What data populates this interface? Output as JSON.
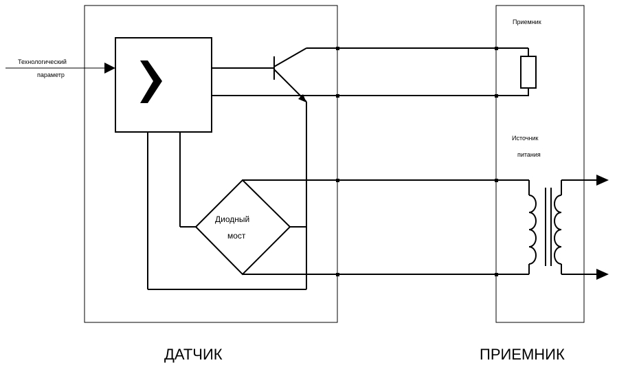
{
  "labels": {
    "tech_param_line1": "Технологический",
    "tech_param_line2": "параметр",
    "receiver_small": "Приемник",
    "power_line1": "Источник",
    "power_line2": "питания",
    "bridge_line1": "Диодный",
    "bridge_line2": "мост",
    "sensor_title": "ДАТЧИК",
    "receiver_title": "ПРИЕМНИК"
  },
  "colors": {
    "stroke": "#000000",
    "background": "#ffffff"
  }
}
